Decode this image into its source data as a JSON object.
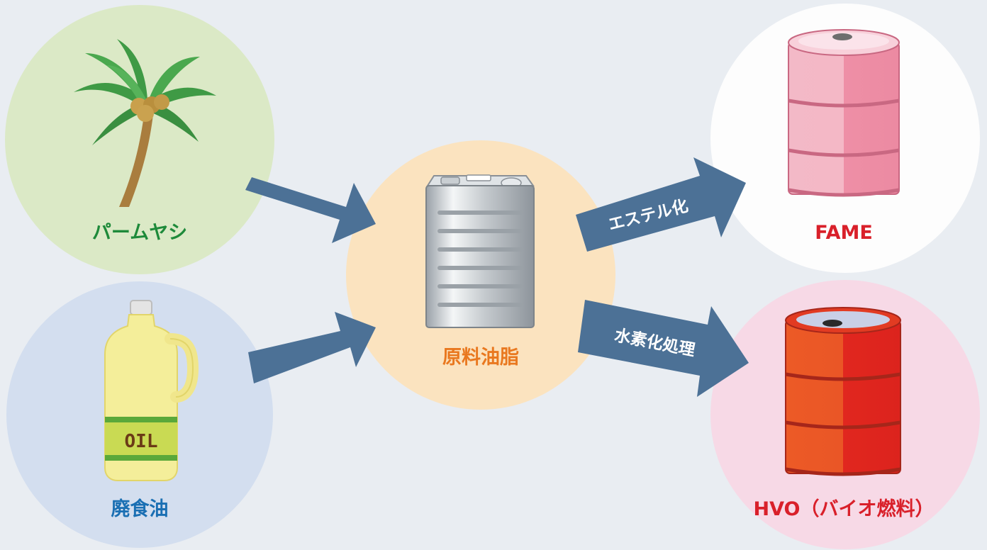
{
  "nodes": {
    "palm": {
      "label": "パームヤシ",
      "color": "#1e8a3a"
    },
    "waste_oil": {
      "label": "廃食油",
      "color": "#1a6fb3"
    },
    "feedstock": {
      "label": "原料油脂",
      "color": "#e9781f"
    },
    "fame": {
      "label": "FAME",
      "color": "#d9202a"
    },
    "hvo": {
      "label": "HVO（バイオ燃料）",
      "color": "#d9202a"
    }
  },
  "edges": {
    "esterification": {
      "label": "エステル化"
    },
    "hydrotreating": {
      "label": "水素化処理"
    }
  },
  "colors": {
    "background": "#e9edf2",
    "arrow": "#4c7196",
    "palm_circle": "#dbe9c6",
    "waste_oil_circle": "#d3deef",
    "feedstock_circle": "#fbe3bf",
    "fame_circle": "#fdfdfd",
    "hvo_circle": "#f7d9e6"
  }
}
